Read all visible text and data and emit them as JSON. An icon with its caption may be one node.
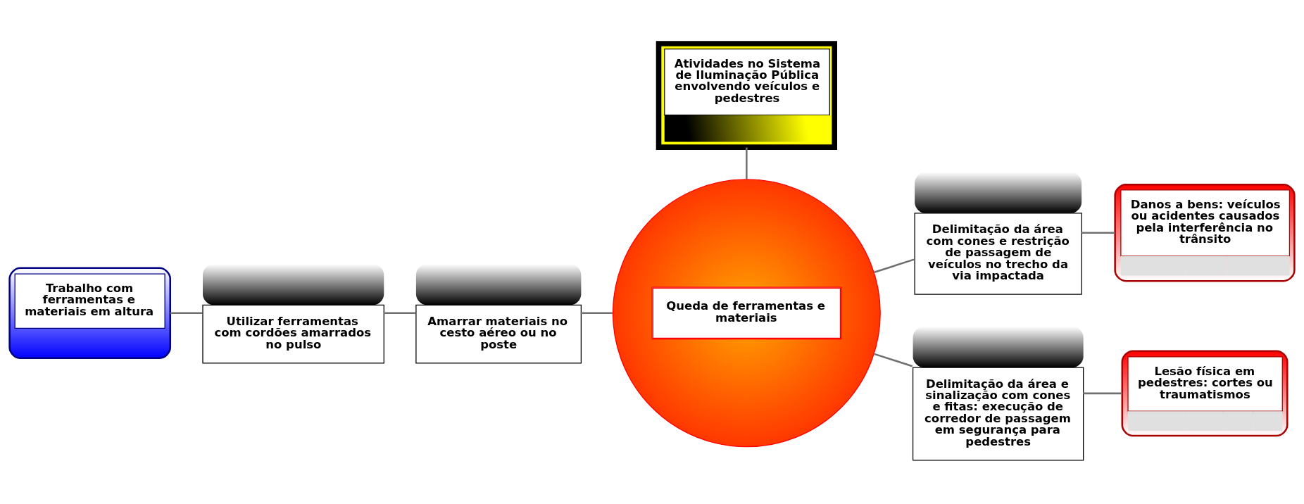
{
  "diagram": {
    "nodes": [
      {
        "text": [
          "Atividades no Sistema de Iluminação Pública envolvendo veículos e pedestres"
        ]
      },
      {
        "text": [
          "Queda de ferramentas e materiais"
        ]
      },
      {
        "text": [
          "Trabalho com ferramentas e materiais em altura"
        ]
      },
      {
        "text": [
          "Utilizar ferramentas com cordões amarrados no pulso"
        ]
      },
      {
        "text": [
          "Amarrar materiais no cesto aéreo ou no poste"
        ]
      },
      {
        "text": [
          "Delimitação da área com cones e restrição de passagem de veículos no trecho da via impactada"
        ]
      },
      {
        "text": [
          "Delimitação da área e sinalização com cones e fitas: execução de corredor de passagem em segurança para pedestres"
        ]
      },
      {
        "text": [
          "Danos a bens: veículos ou acidentes causados pela interferência no trânsito"
        ]
      },
      {
        "text": [
          "Lesão física em pedestres: cortes ou traumatismos"
        ]
      }
    ],
    "edges": [
      {
        "from": 0,
        "to": 1,
        "arrow": "none"
      },
      {
        "from": 2,
        "to": 3,
        "arrow": "none"
      },
      {
        "from": 3,
        "to": 4,
        "arrow": "none"
      },
      {
        "from": 4,
        "to": 1,
        "arrow": "none"
      },
      {
        "from": 1,
        "to": 5,
        "arrow": "none"
      },
      {
        "from": 5,
        "to": 7,
        "arrow": "none"
      },
      {
        "from": 1,
        "to": 6,
        "arrow": "none"
      },
      {
        "from": 6,
        "to": 8,
        "arrow": "none"
      }
    ]
  }
}
